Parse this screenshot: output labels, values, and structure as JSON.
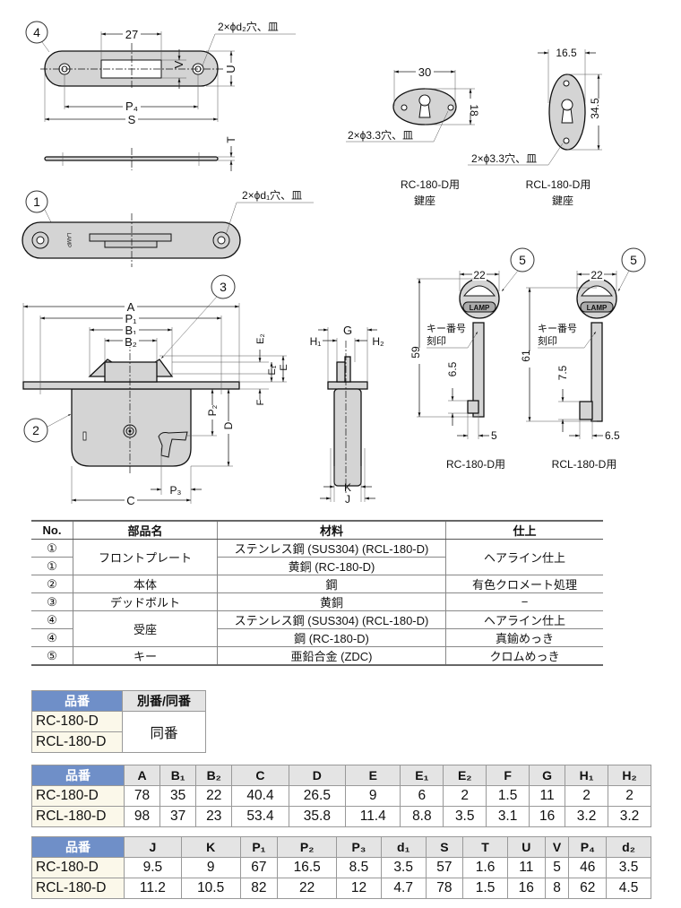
{
  "drawing": {
    "balloons": {
      "n1": "1",
      "n2": "2",
      "n3": "3",
      "n4": "4",
      "n5a": "5",
      "n5b": "5"
    },
    "strike": {
      "dim_27": "27",
      "note": "2×ϕd₂穴、皿",
      "V": "V",
      "U": "U",
      "P4": "P₄",
      "S": "S",
      "T": "T"
    },
    "front_plate": {
      "note": "2×ϕd₁穴、皿",
      "logo": "LAMP"
    },
    "body": {
      "A": "A",
      "P1": "P₁",
      "B1": "B₁",
      "B2": "B₂",
      "E2": "E₂",
      "E1": "E₁",
      "E": "E",
      "F": "F",
      "P2": "P₂",
      "D": "D",
      "P3": "P₃",
      "C": "C"
    },
    "side": {
      "G": "G",
      "H1": "H₁",
      "H2": "H₂",
      "K": "K",
      "J": "J"
    },
    "escutcheon_rc": {
      "width": "30",
      "height": "18",
      "note": "2×ϕ3.3穴、皿",
      "caption1": "RC-180-D用",
      "caption2": "鍵座"
    },
    "escutcheon_rcl": {
      "width": "16.5",
      "height": "34.5",
      "note": "2×ϕ3.3穴、皿",
      "caption1": "RCL-180-D用",
      "caption2": "鍵座"
    },
    "key_rc": {
      "width": "22",
      "length": "59",
      "bit_h": "6.5",
      "bit_w": "5",
      "mark1": "キー番号",
      "mark2": "刻印",
      "logo": "LAMP",
      "caption": "RC-180-D用"
    },
    "key_rcl": {
      "width": "22",
      "length": "61",
      "bit_h": "7.5",
      "bit_w": "6.5",
      "mark1": "キー番号",
      "mark2": "刻印",
      "logo": "LAMP",
      "caption": "RCL-180-D用"
    }
  },
  "parts_table": {
    "headers": [
      "No.",
      "部品名",
      "材料",
      "仕上"
    ],
    "rows": [
      {
        "no": "①",
        "name": "フロントプレート",
        "material": "ステンレス鋼 (SUS304) (RCL-180-D)",
        "finish": "ヘアライン仕上"
      },
      {
        "no": "①",
        "material": "黄銅 (RC-180-D)"
      },
      {
        "no": "②",
        "name": "本体",
        "material": "鋼",
        "finish": "有色クロメート処理"
      },
      {
        "no": "③",
        "name": "デッドボルト",
        "material": "黄銅",
        "finish": "−"
      },
      {
        "no": "④",
        "name": "受座",
        "material": "ステンレス鋼 (SUS304) (RCL-180-D)",
        "finish": "ヘアライン仕上"
      },
      {
        "no": "④",
        "material": "鋼 (RC-180-D)",
        "finish": "真鍮めっき"
      },
      {
        "no": "⑤",
        "name": "キー",
        "material": "亜鉛合金 (ZDC)",
        "finish": "クロムめっき"
      }
    ]
  },
  "keying_table": {
    "headers": [
      "品番",
      "別番/同番"
    ],
    "models": [
      "RC-180-D",
      "RCL-180-D"
    ],
    "value": "同番"
  },
  "dim_table_1": {
    "headers": [
      "品番",
      "A",
      "B₁",
      "B₂",
      "C",
      "D",
      "E",
      "E₁",
      "E₂",
      "F",
      "G",
      "H₁",
      "H₂"
    ],
    "rows": [
      [
        "RC-180-D",
        "78",
        "35",
        "22",
        "40.4",
        "26.5",
        "9",
        "6",
        "2",
        "1.5",
        "11",
        "2",
        "2"
      ],
      [
        "RCL-180-D",
        "98",
        "37",
        "23",
        "53.4",
        "35.8",
        "11.4",
        "8.8",
        "3.5",
        "3.1",
        "16",
        "3.2",
        "3.2"
      ]
    ]
  },
  "dim_table_2": {
    "headers": [
      "品番",
      "J",
      "K",
      "P₁",
      "P₂",
      "P₃",
      "d₁",
      "S",
      "T",
      "U",
      "V",
      "P₄",
      "d₂"
    ],
    "rows": [
      [
        "RC-180-D",
        "9.5",
        "9",
        "67",
        "16.5",
        "8.5",
        "3.5",
        "57",
        "1.6",
        "11",
        "5",
        "46",
        "3.5"
      ],
      [
        "RCL-180-D",
        "11.2",
        "10.5",
        "82",
        "22",
        "12",
        "4.7",
        "78",
        "1.5",
        "16",
        "8",
        "62",
        "4.5"
      ]
    ]
  },
  "colors": {
    "header_blue": "#6f8fc8",
    "header_gray": "#e4e4e4",
    "model_cell": "#fbf8ea",
    "part_fill": "#d4d4d4"
  }
}
